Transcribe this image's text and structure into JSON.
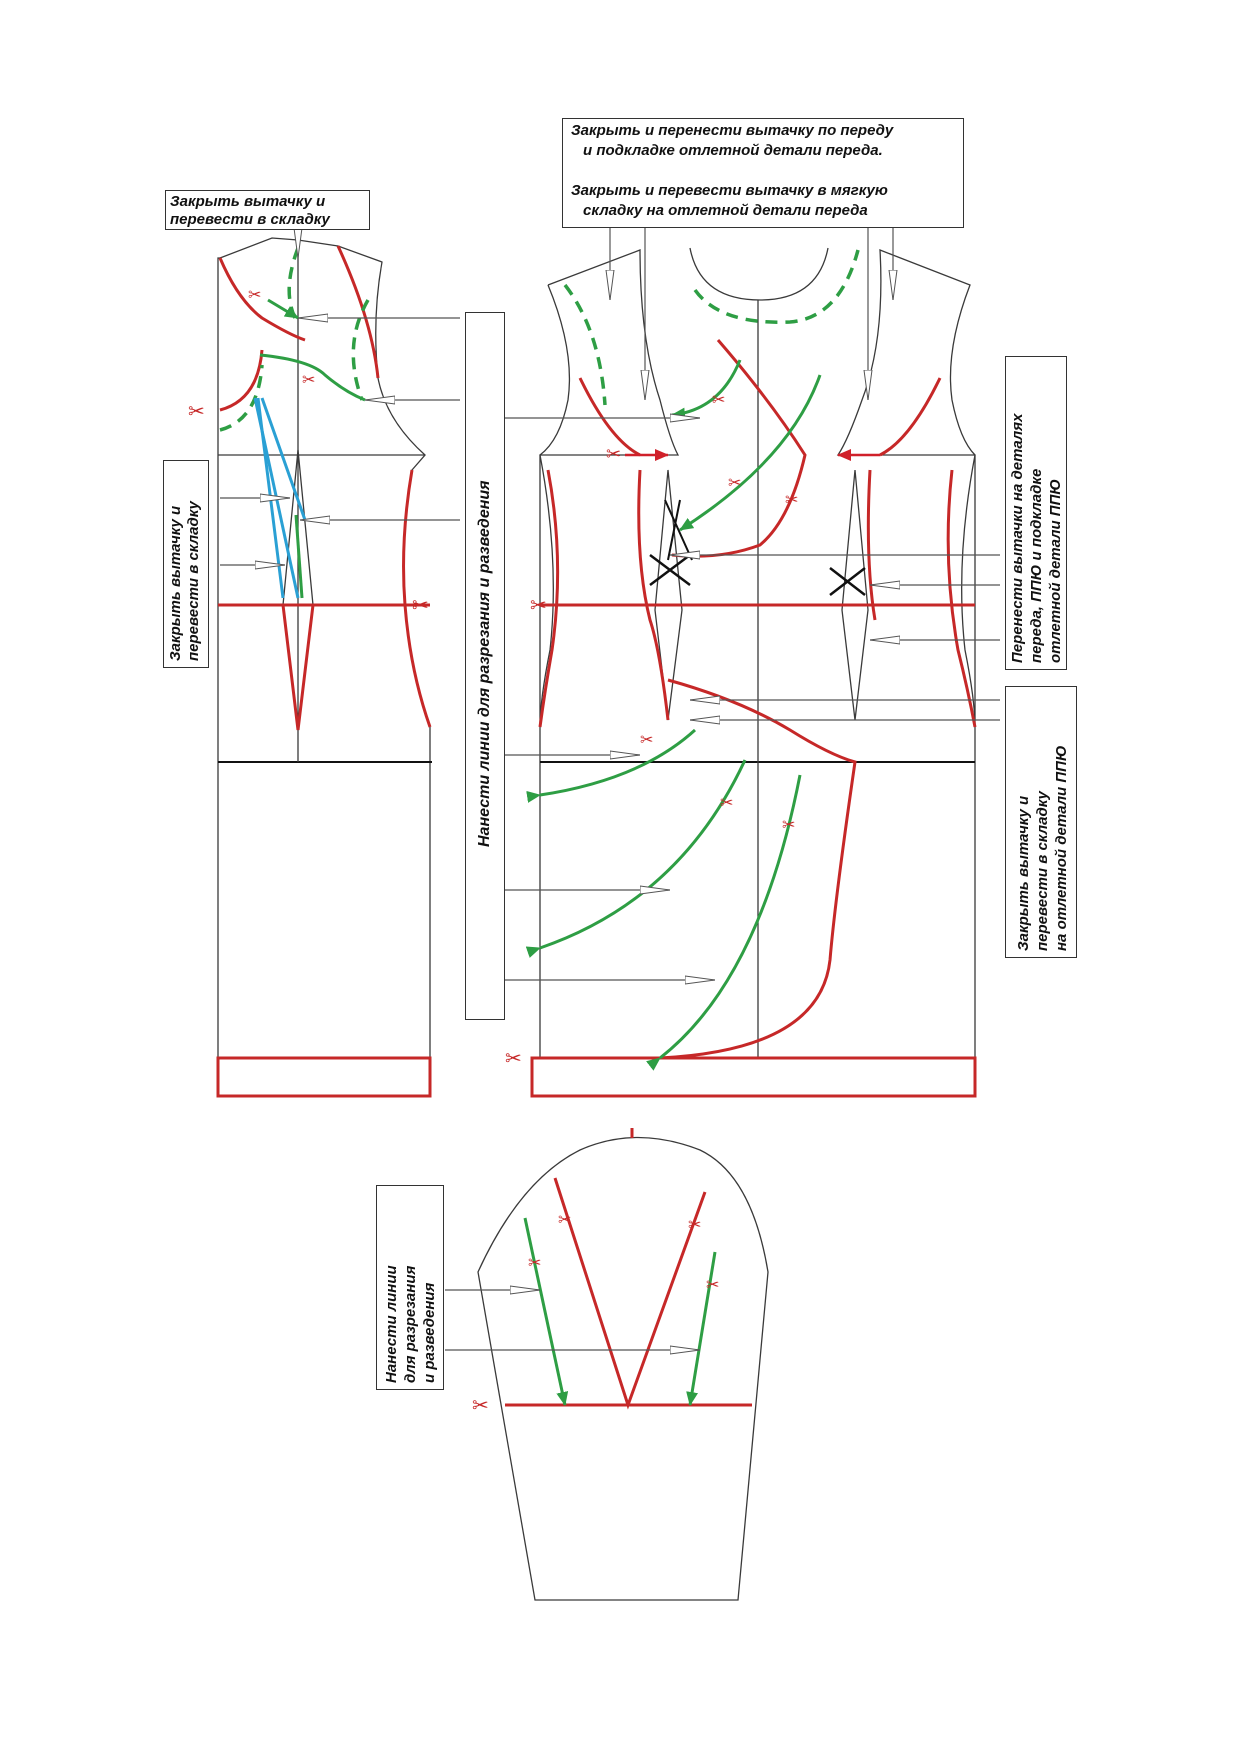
{
  "labels": {
    "back_dart_top": [
      "Закрыть вытачку и",
      "перевести в складку"
    ],
    "back_dart_side": [
      "Закрыть вытачку и",
      "перевести в складку"
    ],
    "front_top_1": [
      "Закрыть и перенести вытачку по переду",
      "и подкладке отлетной детали переда."
    ],
    "front_top_2": [
      "Закрыть и перевести вытачку в мягкую",
      "складку на отлетной детали переда"
    ],
    "cut_lines_center": [
      "Нанести линии  для разрезания  и разведения"
    ],
    "front_right_1": [
      "Перенести вытачки на деталях",
      "переда, ППЮ и подкладке",
      "отлетной детали ППЮ"
    ],
    "front_right_2": [
      "Закрыть вытачку и",
      "перевести в складку",
      "на отлетной детали ППЮ"
    ],
    "sleeve_cut": [
      "Нанести линии",
      "для разрезания",
      "и разведения"
    ]
  },
  "colors": {
    "outline": "#3a3a3a",
    "red": "#c62828",
    "green": "#2e9e44",
    "blue": "#2aa0d4",
    "arrow": "#555555"
  }
}
